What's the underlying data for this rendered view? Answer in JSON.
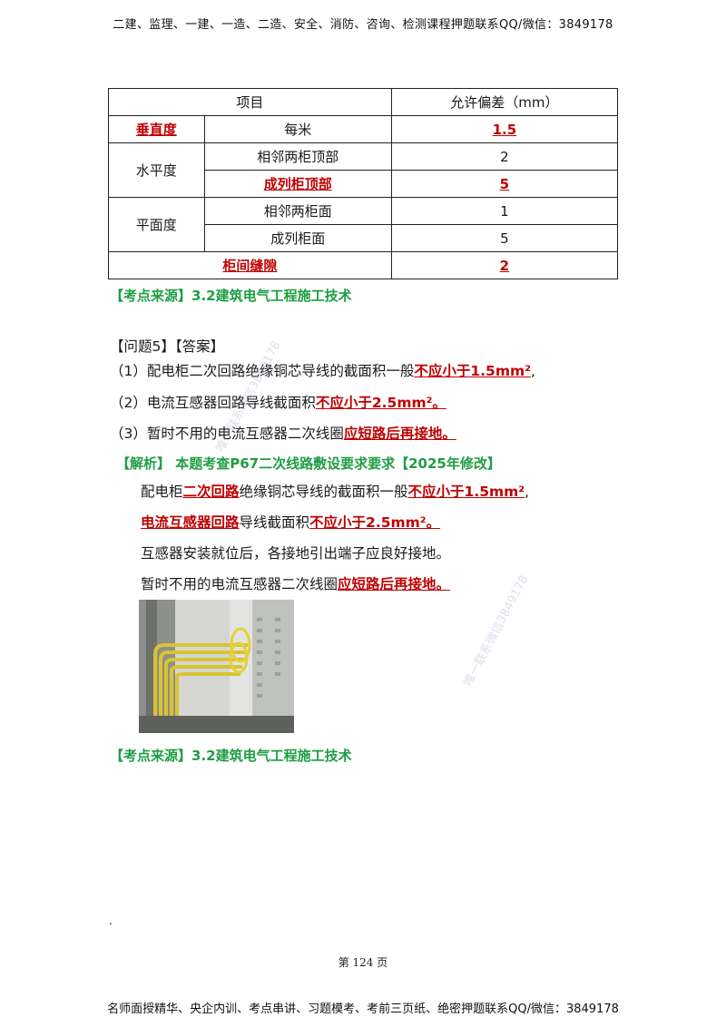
{
  "header": "二建、监理、一建、一造、二造、安全、消防、咨询、检测课程押题联系QQ/微信：3849178",
  "table": {
    "head_item": "项目",
    "head_tol": "允许偏差（mm）",
    "rows": {
      "vertical_label": "垂直度",
      "vertical_sub": "每米",
      "vertical_val": "1.5",
      "horizontal_label": "水平度",
      "horizontal_sub1": "相邻两柜顶部",
      "horizontal_val1": "2",
      "horizontal_sub2": "成列柜顶部",
      "horizontal_val2": "5",
      "plane_label": "平面度",
      "plane_sub1": "相邻两柜面",
      "plane_val1": "1",
      "plane_sub2": "成列柜面",
      "plane_val2": "5",
      "gap_label": "柜间缝隙",
      "gap_val": "2"
    }
  },
  "source1": "【考点来源】3.2建筑电气工程施工技术",
  "question": "【问题5】【答案】",
  "answers": [
    {
      "prefix": "（1）配电柜二次回路绝缘铜芯导线的截面积一般",
      "hl": "不应小于1.5mm²",
      "suffix": ","
    },
    {
      "prefix": "（2）电流互感器回路导线截面积",
      "hl": "不应小于2.5mm²。",
      "suffix": ""
    },
    {
      "prefix": "（3）暂时不用的电流互感器二次线圈",
      "hl": "应短路后再接地。",
      "suffix": ""
    }
  ],
  "analysis_title": "【解析】 本题考查P67二次线路敷设要求要求【2025年修改】",
  "analysis": {
    "line1": {
      "a": "配电柜",
      "b": "二次回路",
      "c": "绝缘铜芯导线的截面积一般",
      "d": "不应小于1.5mm²",
      "e": ","
    },
    "line2": {
      "a": "电流互感器回路",
      "b": "导线截面积",
      "c": "不应小于2.5mm²。"
    },
    "line3": "互感器安装就位后，各接地引出端子应良好接地。",
    "line4": {
      "a": "暂时不用的电流互感器二次线圈",
      "b": "应短路后再接地。"
    }
  },
  "source2": "【考点来源】3.2建筑电气工程施工技术",
  "dot": ".",
  "page_number": "第 124 页",
  "footer": "名师面授精华、央企内训、考点串讲、习题模考、考前三页纸、绝密押题联系QQ/微信：3849178",
  "watermark1": "唯一联系微信3849178",
  "watermark2": "唯一联系微信3849178"
}
